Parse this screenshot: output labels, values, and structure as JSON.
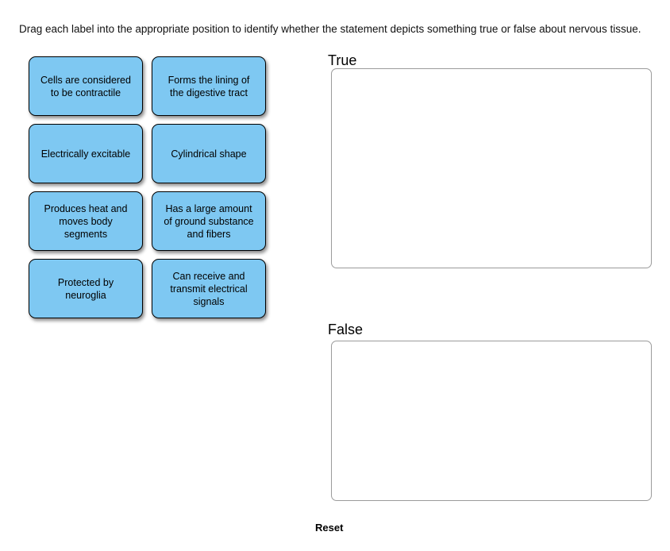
{
  "instruction": "Drag each label into the appropriate position to identify whether the statement depicts something true or false about nervous tissue.",
  "tiles": [
    "Cells are considered to be contractile",
    "Forms the lining of the digestive tract",
    "Electrically excitable",
    "Cylindrical shape",
    "Produces heat and moves body segments",
    "Has a large amount of ground substance and fibers",
    "Protected by neuroglia",
    "Can receive and transmit electrical signals"
  ],
  "zones": {
    "true_label": "True",
    "false_label": "False"
  },
  "reset_label": "Reset",
  "colors": {
    "tile_fill": "#7EC8F2",
    "tile_border": "#000000",
    "zone_border": "#9B9B9B",
    "text": "#000000"
  }
}
